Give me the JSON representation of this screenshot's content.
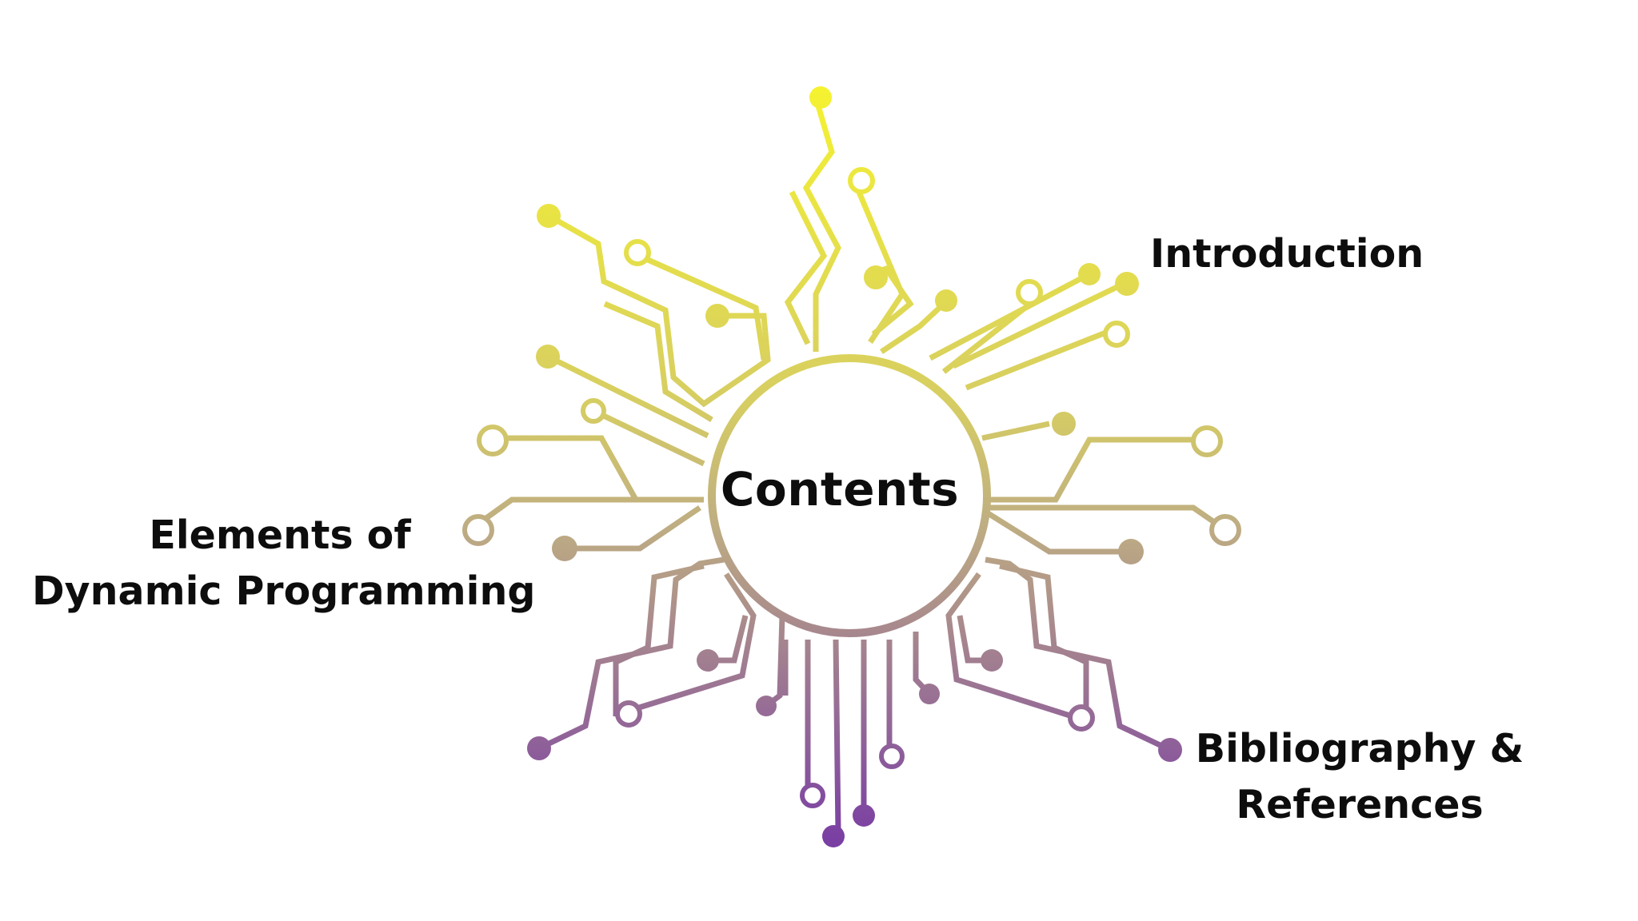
{
  "hub": {
    "label": "Contents"
  },
  "topics": {
    "introduction": {
      "label": "Introduction"
    },
    "elements": {
      "line1": "Elements of",
      "line2": "Dynamic Programming"
    },
    "bibliography": {
      "line1": "Bibliography &",
      "line2": "References"
    }
  },
  "colors": {
    "top": "#f5f230",
    "middle": "#bfae82",
    "bottom": "#7a3fa3",
    "text": "#0d0d0d",
    "background": "#ffffff"
  }
}
